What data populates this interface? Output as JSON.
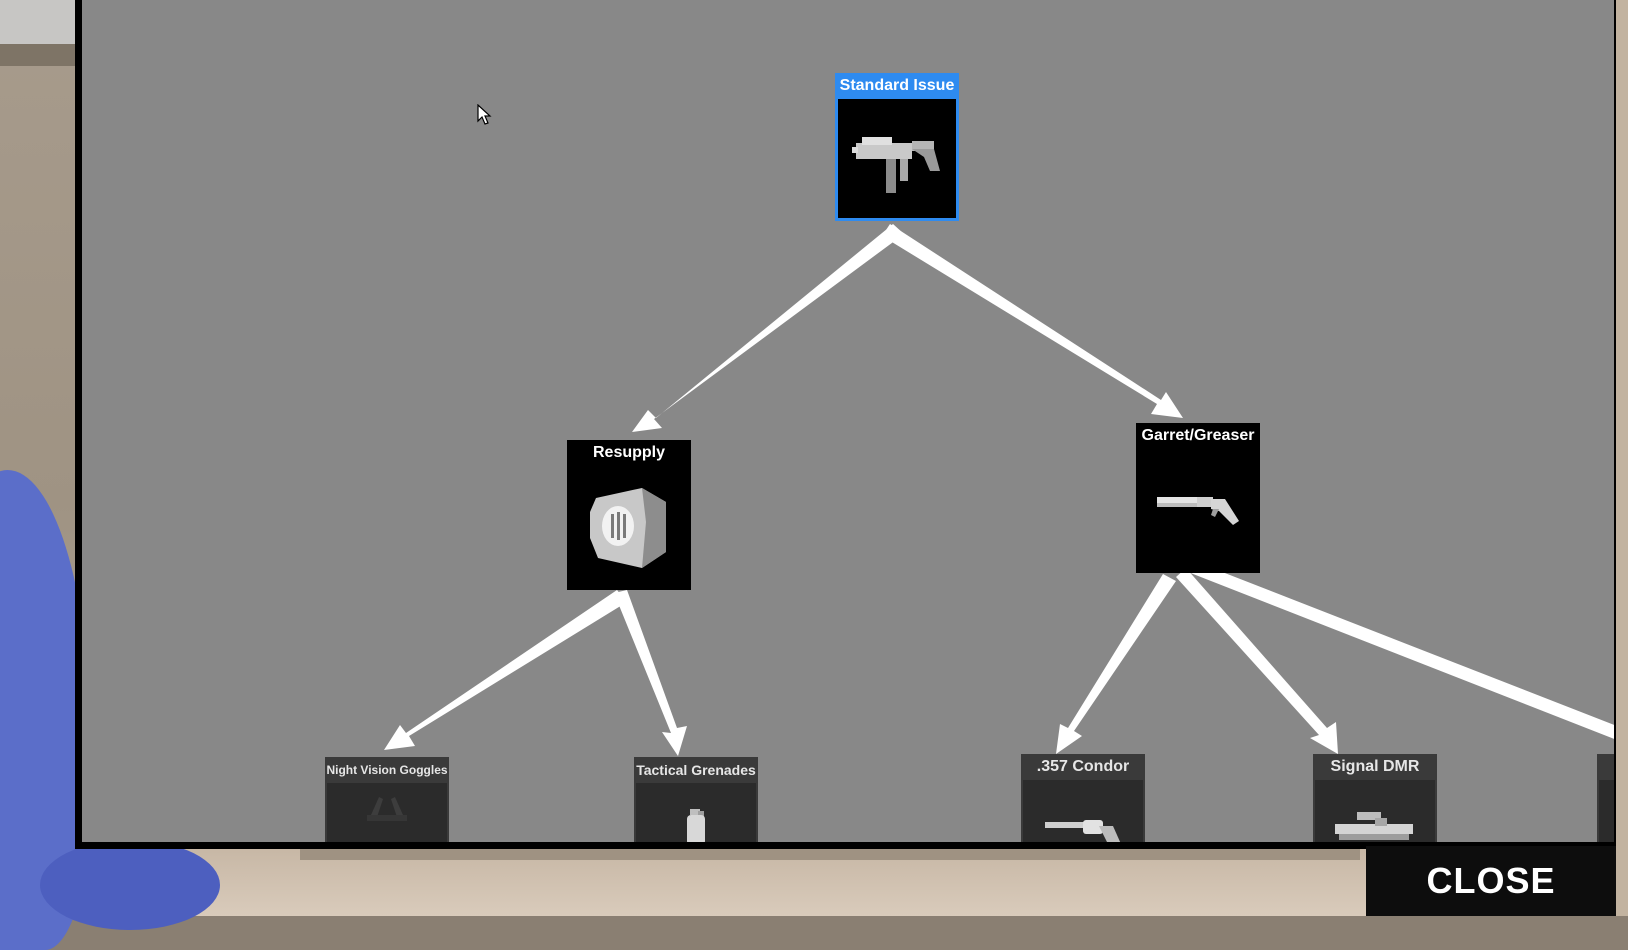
{
  "tree": {
    "nodes": [
      {
        "id": "standard_issue",
        "label": "Standard Issue",
        "state": "selected",
        "icon": "smg-icon"
      },
      {
        "id": "resupply",
        "label": "Resupply",
        "state": "unlocked",
        "icon": "ammo-pack-icon"
      },
      {
        "id": "garret_greaser",
        "label": "Garret/Greaser",
        "state": "unlocked",
        "icon": "shotgun-icon"
      },
      {
        "id": "night_vision_goggles",
        "label": "Night Vision Goggles",
        "state": "locked",
        "icon": "goggles-icon"
      },
      {
        "id": "tactical_grenades",
        "label": "Tactical Grenades",
        "state": "locked",
        "icon": "grenade-icon"
      },
      {
        "id": "condor_357",
        "label": ".357 Condor",
        "state": "locked",
        "icon": "revolver-icon"
      },
      {
        "id": "signal_dmr",
        "label": "Signal DMR",
        "state": "locked",
        "icon": "rifle-icon"
      }
    ],
    "edges": [
      {
        "from": "standard_issue",
        "to": "resupply"
      },
      {
        "from": "standard_issue",
        "to": "garret_greaser"
      },
      {
        "from": "resupply",
        "to": "night_vision_goggles"
      },
      {
        "from": "resupply",
        "to": "tactical_grenades"
      },
      {
        "from": "garret_greaser",
        "to": "condor_357"
      },
      {
        "from": "garret_greaser",
        "to": "signal_dmr"
      },
      {
        "from": "garret_greaser",
        "to": "offscreen"
      }
    ]
  },
  "close_button": {
    "label": "CLOSE"
  },
  "colors": {
    "selected_border": "#2e8bf0",
    "panel_background": "#888888",
    "edge": "#ffffff"
  }
}
